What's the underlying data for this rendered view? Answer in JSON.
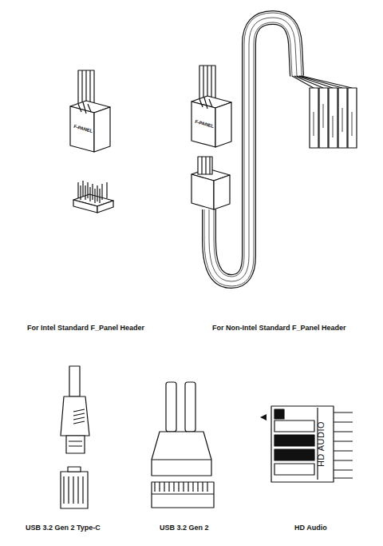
{
  "diagram": {
    "labels": [
      "F-PANEL",
      "F-PANEL",
      "For Intel Standard F_Panel Header",
      "For Non-Intel Standard F_Panel Header",
      "HD AUDIO",
      "USB 3.2 Gen 2 Type-C",
      "USB 3.2 Gen 2",
      "HD Audio"
    ]
  }
}
